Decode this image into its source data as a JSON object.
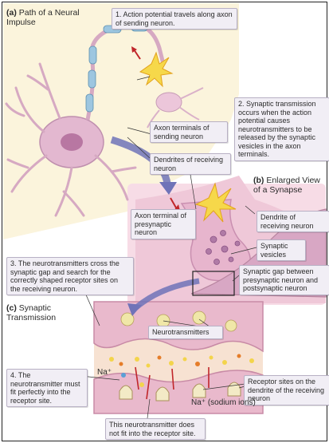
{
  "section_a": {
    "letter": "(a)",
    "title": "Path of a Neural Impulse"
  },
  "section_b": {
    "letter": "(b)",
    "title": "Enlarged View of a Synapse"
  },
  "section_c": {
    "letter": "(c)",
    "title": "Synaptic Transmission"
  },
  "callouts": {
    "c1": "1. Action potential travels along axon of sending neuron.",
    "c2": "2. Synaptic transmission occurs when the action potential causes neurotransmitters to be released by the synaptic vesicles in the axon terminals.",
    "c3": "3. The neurotransmitters cross the synaptic gap and search for the correctly shaped receptor sites on the receiving neuron.",
    "c4": "4. The neurotransmitter must fit perfectly into the receptor site.",
    "c5": "This neurotransmitter does not fit into the receptor site."
  },
  "labels": {
    "axon_terminals": "Axon terminals of sending neuron",
    "dendrites": "Dendrites of receiving neuron",
    "axon_terminal_pre": "Axon terminal of presynaptic neuron",
    "dendrite_receiving": "Dendrite of receiving neuron",
    "vesicles": "Synaptic vesicles",
    "gap": "Synaptic gap between presynaptic neuron and postsynaptic neuron",
    "neurotransmitters": "Neurotransmitters",
    "receptor_sites": "Receptor sites on the dendrite of the receiving neuron",
    "na1": "Na⁺",
    "na2": "Na⁺ (sodium ions)"
  },
  "colors": {
    "panel_a": "#fbf4dc",
    "neuron": "#e3b8d0",
    "membrane": "#c9a9c9",
    "arrow": "#6f73b8",
    "gap": "#f3ddc2"
  }
}
